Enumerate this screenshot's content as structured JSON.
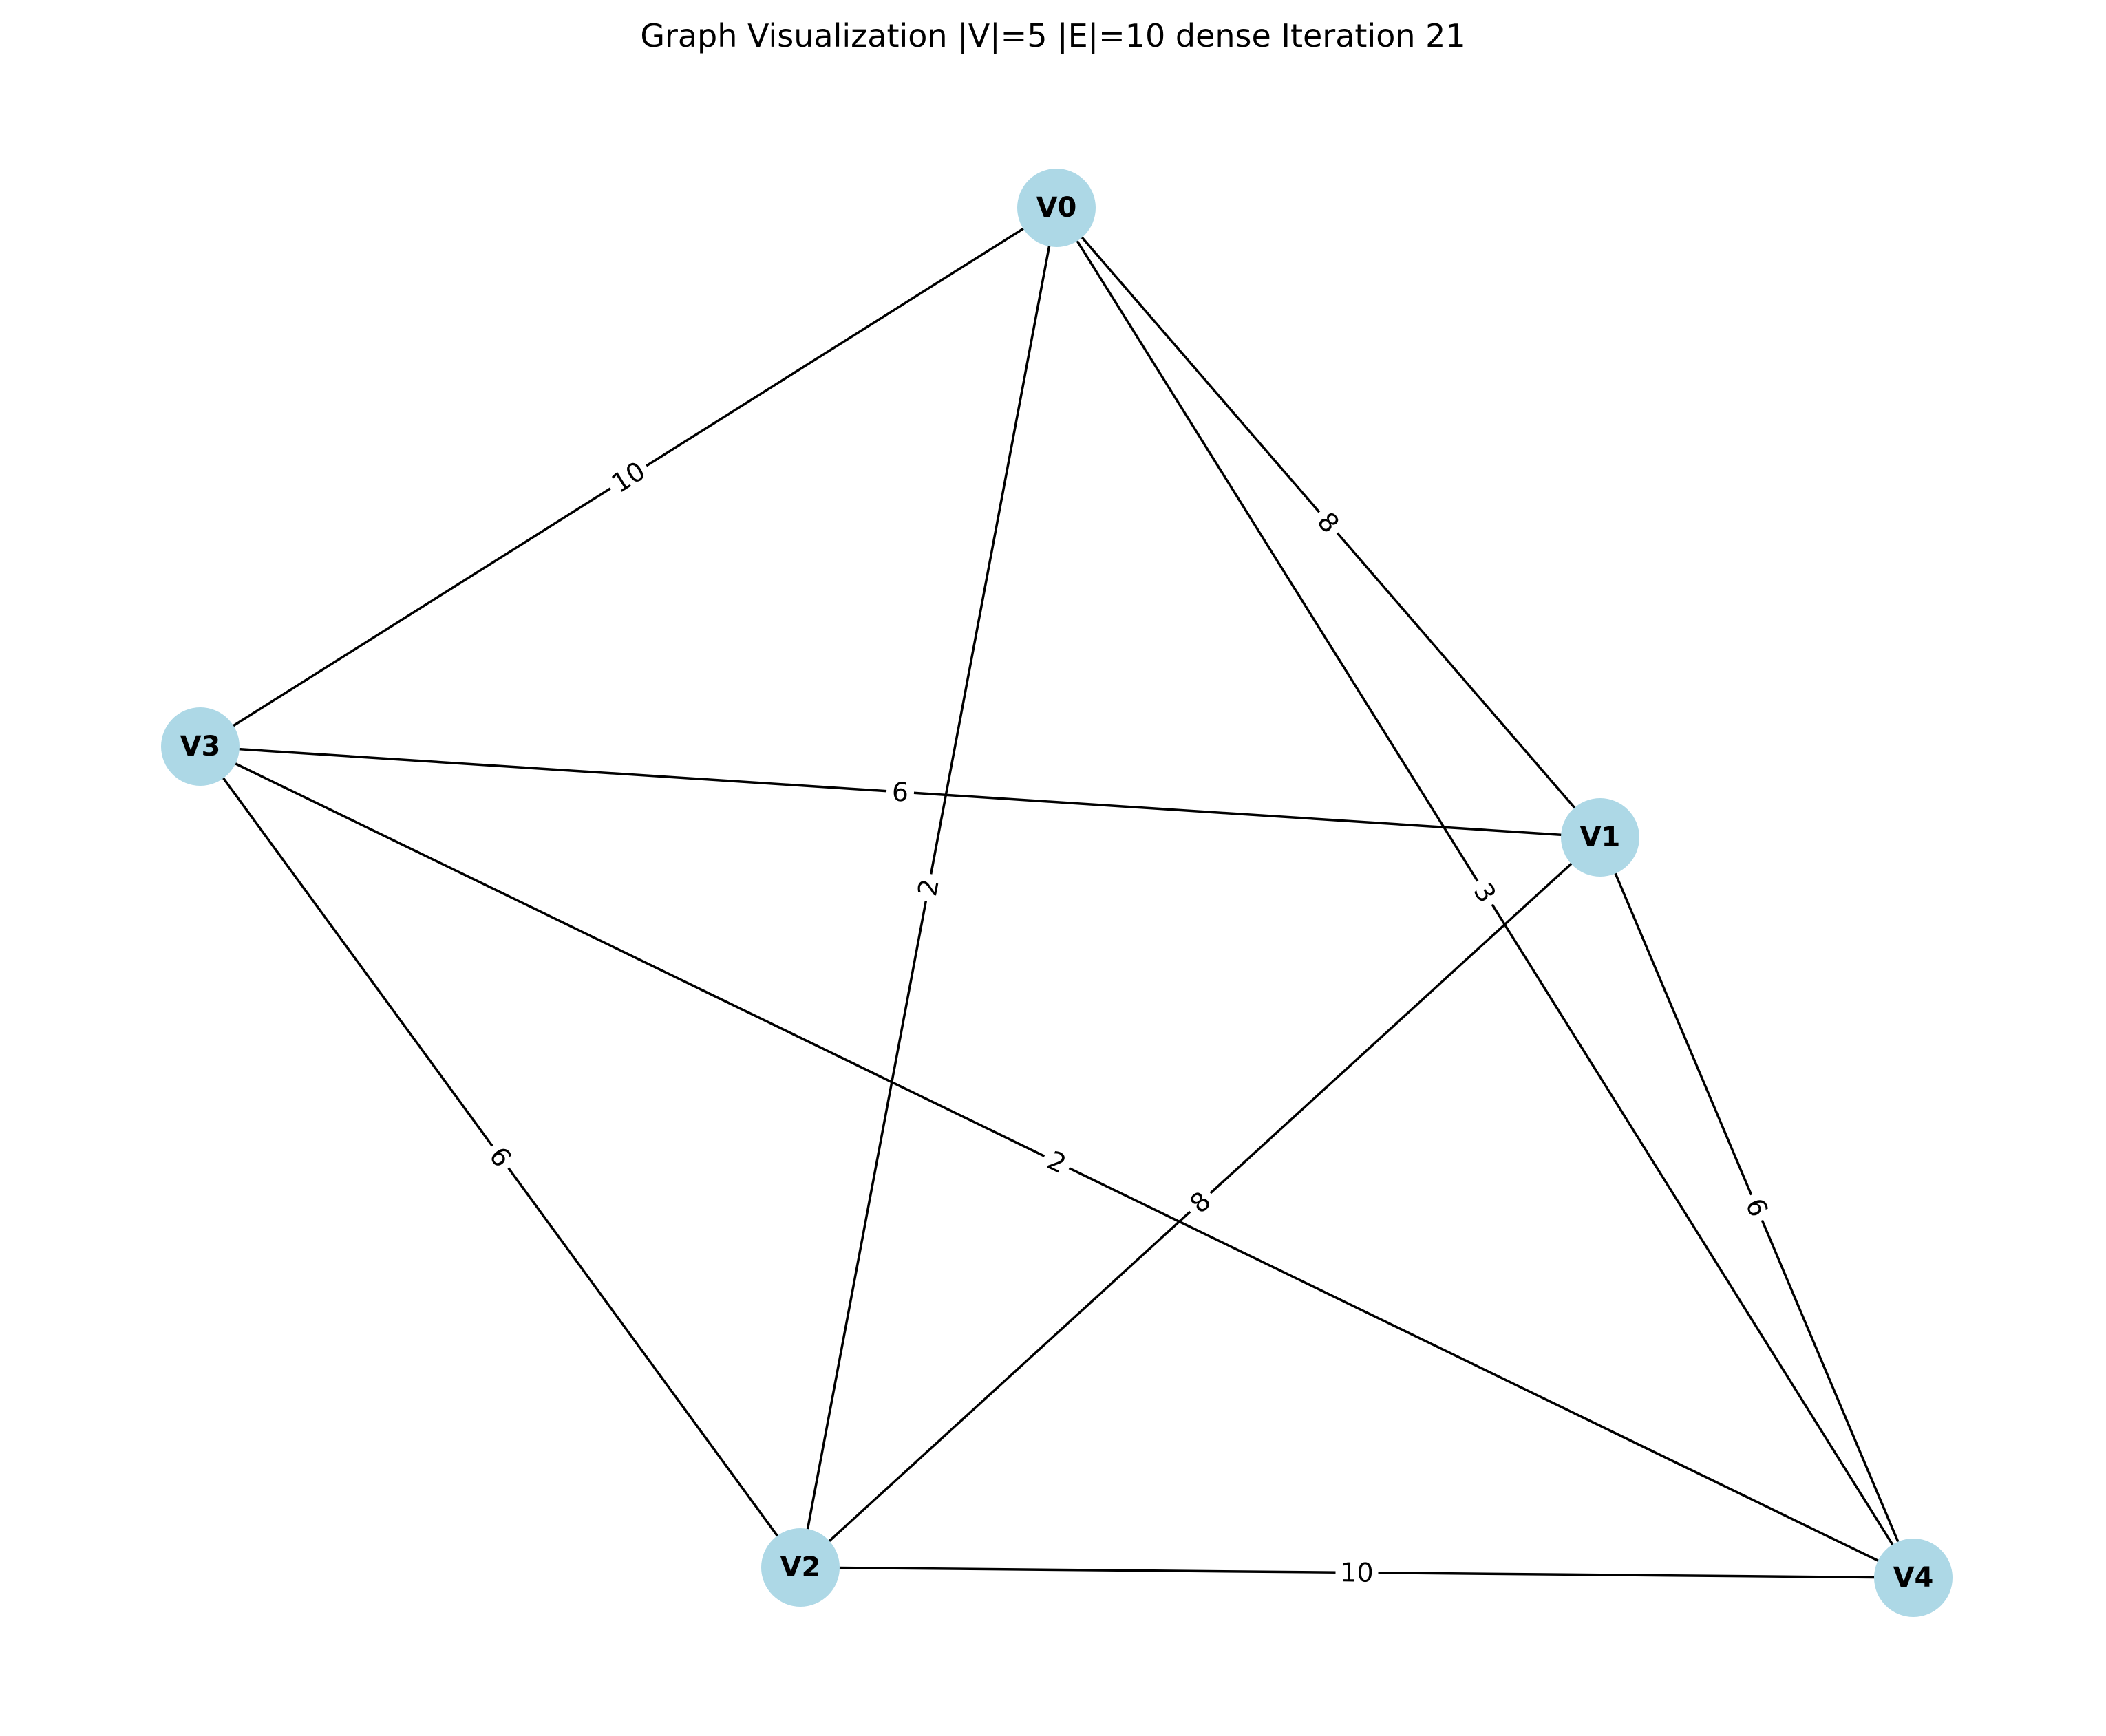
{
  "title": "Graph Visualization |V|=5 |E|=10 dense Iteration 21",
  "colors": {
    "node_fill": "#add8e6",
    "edge": "#000000",
    "background": "#ffffff"
  },
  "nodes": [
    {
      "id": "V0",
      "label": "V0"
    },
    {
      "id": "V1",
      "label": "V1"
    },
    {
      "id": "V2",
      "label": "V2"
    },
    {
      "id": "V3",
      "label": "V3"
    },
    {
      "id": "V4",
      "label": "V4"
    }
  ],
  "edges": [
    {
      "source": "V0",
      "target": "V3",
      "weight": "10"
    },
    {
      "source": "V0",
      "target": "V2",
      "weight": "2"
    },
    {
      "source": "V0",
      "target": "V4",
      "weight": "3"
    },
    {
      "source": "V0",
      "target": "V1",
      "weight": "8"
    },
    {
      "source": "V3",
      "target": "V1",
      "weight": "6"
    },
    {
      "source": "V3",
      "target": "V2",
      "weight": "6"
    },
    {
      "source": "V3",
      "target": "V4",
      "weight": "2"
    },
    {
      "source": "V1",
      "target": "V2",
      "weight": "8"
    },
    {
      "source": "V1",
      "target": "V4",
      "weight": "6"
    },
    {
      "source": "V2",
      "target": "V4",
      "weight": "10"
    }
  ]
}
